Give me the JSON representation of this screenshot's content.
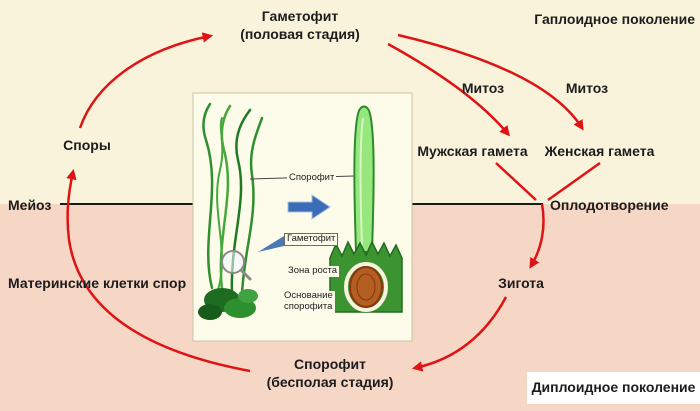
{
  "colors": {
    "bg_top": "#FAF3DB",
    "bg_bottom": "#F6D6C5",
    "arrow_red": "#DE1414",
    "text": "#1c1c1c",
    "inset_panel": "#FDFBEA",
    "diploid_strip_bg": "#FFFFFF"
  },
  "cycle": {
    "gametophyte": "Гаметофит\n(половая стадия)",
    "sporophyte": "Спорофит\n(бесполая стадия)",
    "spores": "Споры",
    "meiosis": "Мейоз",
    "spore_mother_cells": "Материнские клетки спор",
    "mitosis_left": "Митоз",
    "mitosis_right": "Митоз",
    "male_gamete": "Мужская гамета",
    "female_gamete": "Женская гамета",
    "fertilization": "Оплодотворение",
    "zygote": "Зигота",
    "haploid_generation": "Гаплоидное поколение",
    "diploid_generation": "Диплоидное поколение"
  },
  "inset": {
    "sporophyte": "Спорофит",
    "gametophyte": "Гаметофит",
    "growth_zone": "Зона роста",
    "sporophyte_base": "Основание\nспорофита"
  },
  "icons": {
    "magnifier": "magnifier-icon",
    "transition_arrow": "transition-arrow-icon",
    "pointer_wedge": "pointer-wedge-icon"
  }
}
